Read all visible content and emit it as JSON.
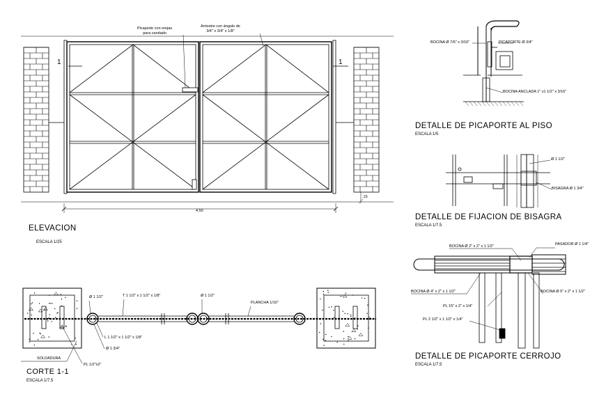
{
  "elevation": {
    "title": "ELEVACION",
    "scale": "ESCALA 1/25",
    "note_latch": "Picaporte con orejas\npara candado",
    "note_brace": "Arriostre con ángulo de\n3/4\" x 3/4\" x 1/8\"",
    "cut_marker_left": "1",
    "cut_marker_right": "1",
    "width_dim": "4.50",
    "small_dim": ".15"
  },
  "section": {
    "title": "CORTE 1-1",
    "scale": "ESCALA 1/7.5",
    "labels": {
      "tube_left": "Ø 1 1/2\"",
      "tube_mid": "Ø 1 1/2\"",
      "tee": "T 1 1/2\" x 1 1/2\" x 1/8\"",
      "plate": "PLANCHA 1/16\"",
      "angle": "L 1 1/2\" x 1 1/2\" x 1/8\"",
      "rod": "Ø 1 3/4\"",
      "weld": "SOLDADURA",
      "pl": "PL 1/2\"x2\""
    }
  },
  "detail_floor_latch": {
    "title": "DETALLE DE PICAPORTE AL PISO",
    "scale": "ESCALA 1/5",
    "labels": {
      "bushing": "BOCINA Ø 7/6\" x 3/16\"",
      "latch": "PICAPORTE Ø 3/4\"",
      "anchored": "BOCINA ANCLADA 1\" x1 1/2\" x 3/16\""
    }
  },
  "detail_hinge": {
    "title": "DETALLE DE FIJACION DE BISAGRA",
    "scale": "ESCALA 1/7.5",
    "labels": {
      "diameter": "Ø 1 1/2\"",
      "hinge": "BISAGRA Ø 1 3/4\""
    }
  },
  "detail_bolt": {
    "title": "DETALLE DE PICAPORTE CERROJO",
    "scale": "ESCALA 1/7.5",
    "labels": {
      "bushing_top": "BOCINA Ø 2\" x 2\" x 1 1/2\"",
      "pin": "PASADOR Ø 1 1/4\"",
      "bushing_left": "BOCINA Ø 4\" x 2\" x 1 1/2\"",
      "bushing_right": "BOCINA Ø 5\" x 2\" x 1 1/2\"",
      "plate_15": "PL 15\" x 2\" x 1/4\"",
      "plate_2": "PL 2 1/2\" x 1 1/2\" x 1/4\""
    }
  }
}
